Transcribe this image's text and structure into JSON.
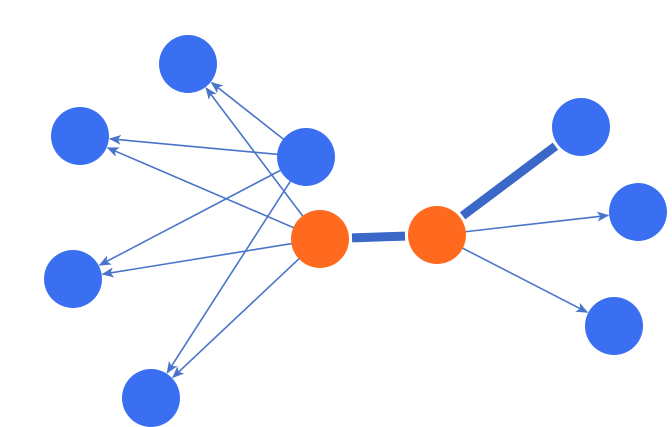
{
  "colors": {
    "background": "#ffffff",
    "blue_node": "#3a6ff2",
    "orange_node": "#ff6a1f",
    "edge": "#4a74c9",
    "thick_edge": "#3b67c7"
  },
  "diagram": {
    "nodes": [
      {
        "id": "blue-left-top",
        "kind": "blue"
      },
      {
        "id": "blue-left-upper-mid",
        "kind": "blue"
      },
      {
        "id": "blue-left-center",
        "kind": "blue"
      },
      {
        "id": "blue-left-lower-mid",
        "kind": "blue"
      },
      {
        "id": "blue-left-bottom",
        "kind": "blue"
      },
      {
        "id": "orange-left",
        "kind": "orange"
      },
      {
        "id": "orange-right",
        "kind": "orange"
      },
      {
        "id": "blue-right-top",
        "kind": "blue"
      },
      {
        "id": "blue-right-mid",
        "kind": "blue"
      },
      {
        "id": "blue-right-bottom",
        "kind": "blue"
      }
    ],
    "edges": [
      {
        "from": "blue-left-center",
        "to": "blue-left-top",
        "style": "thin",
        "arrow": true
      },
      {
        "from": "blue-left-center",
        "to": "blue-left-upper-mid",
        "style": "thin",
        "arrow": true
      },
      {
        "from": "blue-left-center",
        "to": "blue-left-lower-mid",
        "style": "thin",
        "arrow": true
      },
      {
        "from": "blue-left-center",
        "to": "blue-left-bottom",
        "style": "thin",
        "arrow": true
      },
      {
        "from": "orange-left",
        "to": "blue-left-top",
        "style": "thin",
        "arrow": true
      },
      {
        "from": "orange-left",
        "to": "blue-left-upper-mid",
        "style": "thin",
        "arrow": true
      },
      {
        "from": "orange-left",
        "to": "blue-left-lower-mid",
        "style": "thin",
        "arrow": true
      },
      {
        "from": "orange-left",
        "to": "blue-left-bottom",
        "style": "thin",
        "arrow": true
      },
      {
        "from": "orange-left",
        "to": "orange-right",
        "style": "thick",
        "arrow": false
      },
      {
        "from": "orange-right",
        "to": "blue-right-top",
        "style": "thick",
        "arrow": false
      },
      {
        "from": "orange-right",
        "to": "blue-right-mid",
        "style": "thin",
        "arrow": true
      },
      {
        "from": "orange-right",
        "to": "blue-right-bottom",
        "style": "thin",
        "arrow": true
      }
    ]
  }
}
